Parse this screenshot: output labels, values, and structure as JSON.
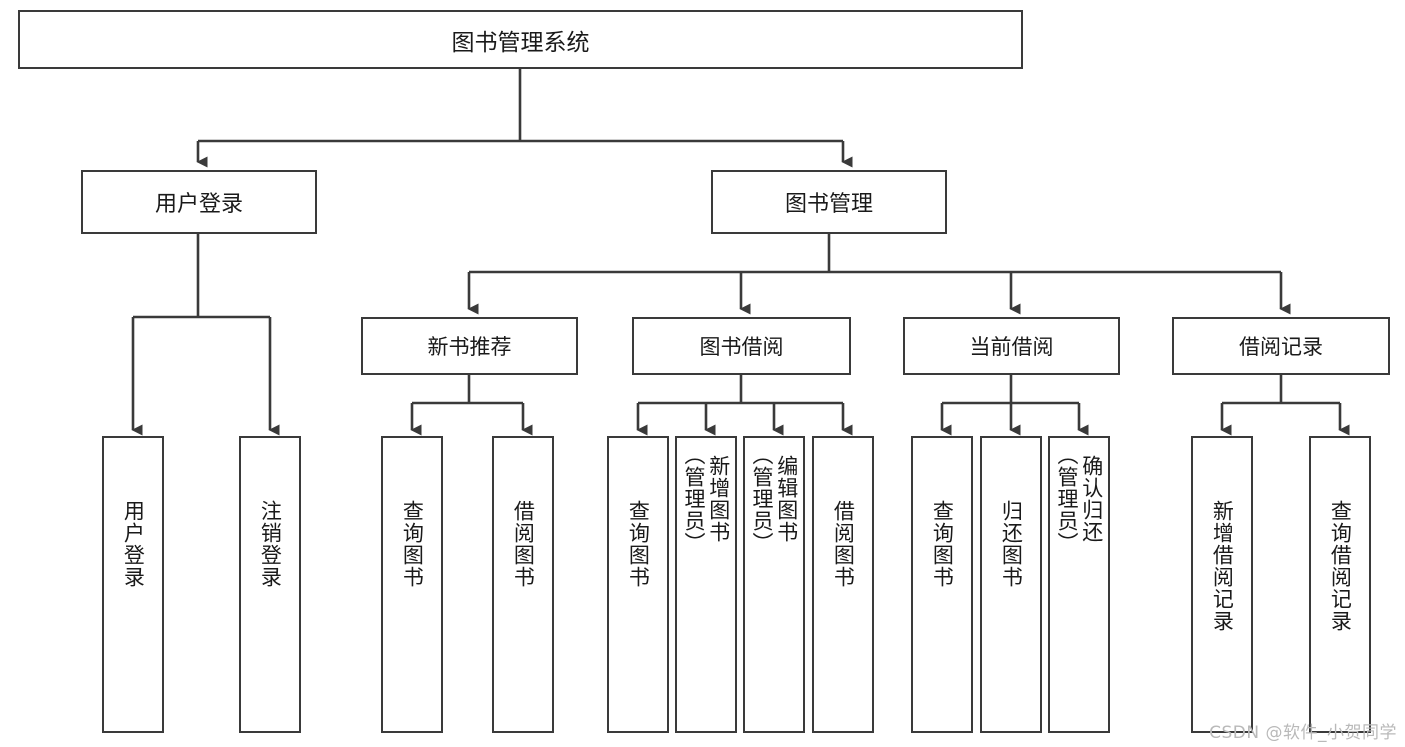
{
  "diagram": {
    "title": "图书管理系统",
    "root": {
      "label": "图书管理系统"
    },
    "level1": [
      {
        "label": "用户登录"
      },
      {
        "label": "图书管理"
      }
    ],
    "level2": [
      {
        "label": "新书推荐"
      },
      {
        "label": "图书借阅"
      },
      {
        "label": "当前借阅"
      },
      {
        "label": "借阅记录"
      }
    ],
    "leaves": {
      "user_login": [
        {
          "label": "用户登录"
        },
        {
          "label": "注销登录"
        }
      ],
      "new_book_recommend": [
        {
          "label": "查询图书"
        },
        {
          "label": "借阅图书"
        }
      ],
      "book_borrow": [
        {
          "label": "查询图书"
        },
        {
          "label": "新增图书\n（管理员）"
        },
        {
          "label": "编辑图书\n（管理员）"
        },
        {
          "label": "借阅图书"
        }
      ],
      "current_borrow": [
        {
          "label": "查询图书"
        },
        {
          "label": "归还图书"
        },
        {
          "label": "确认归还\n（管理员）"
        }
      ],
      "borrow_record": [
        {
          "label": "新增借阅记录"
        },
        {
          "label": "查询借阅记录"
        }
      ]
    },
    "watermark": "CSDN @软件_小贺同学",
    "colors": {
      "stroke": "#3a3a3a",
      "text": "#1a1a1a",
      "background": "#ffffff",
      "watermark": "#b9b9b9"
    }
  }
}
